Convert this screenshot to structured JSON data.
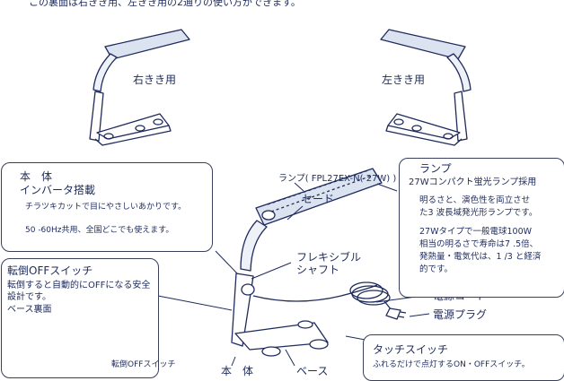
{
  "header_note": "この裏面は右きき用、左きき用の2通りの使い方ができます。",
  "captions": {
    "right": "右きき用",
    "left": "左きき用"
  },
  "lamp_model_label": "ランプ( FPL27EX-N( 27W) )",
  "parts": {
    "shade": "セード",
    "flexible_shaft_1": "フレキシブル",
    "flexible_shaft_2": "シャフト",
    "power_cord": "電源コード",
    "power_plug": "電源プラグ",
    "body_bottom": "本　体",
    "base_bottom": "ベース",
    "tip_over_small": "転倒OFFスイッチ"
  },
  "body_box": {
    "title": "本　体",
    "subtitle": "インバータ搭載",
    "line1": "チラツキカットで目にやさしいあかりです。",
    "line2": "50 -60Hz共用、全国どこでも使えます。"
  },
  "tip_box": {
    "title": "転倒OFFスイッチ",
    "line1": "転倒すると自動的にOFFになる安全",
    "line2": "設計です。",
    "base_label": "ベース裏面"
  },
  "lamp_box": {
    "title": "ランプ",
    "subtitle": "27Wコンパクト蛍光ランプ採用",
    "lines": [
      "明るさと、演色性を両立させ",
      "た3 波長域発光形ランプです。",
      "27Wタイプで一般電球100W",
      "相当の明るさで寿命は7 .5倍、",
      "発熱量・電気代は、1 /3 と経済",
      "的です。"
    ]
  },
  "touch_box": {
    "title": "タッチスイッチ",
    "line1": "ふれるだけで点灯するON・OFFスイッチ。"
  }
}
